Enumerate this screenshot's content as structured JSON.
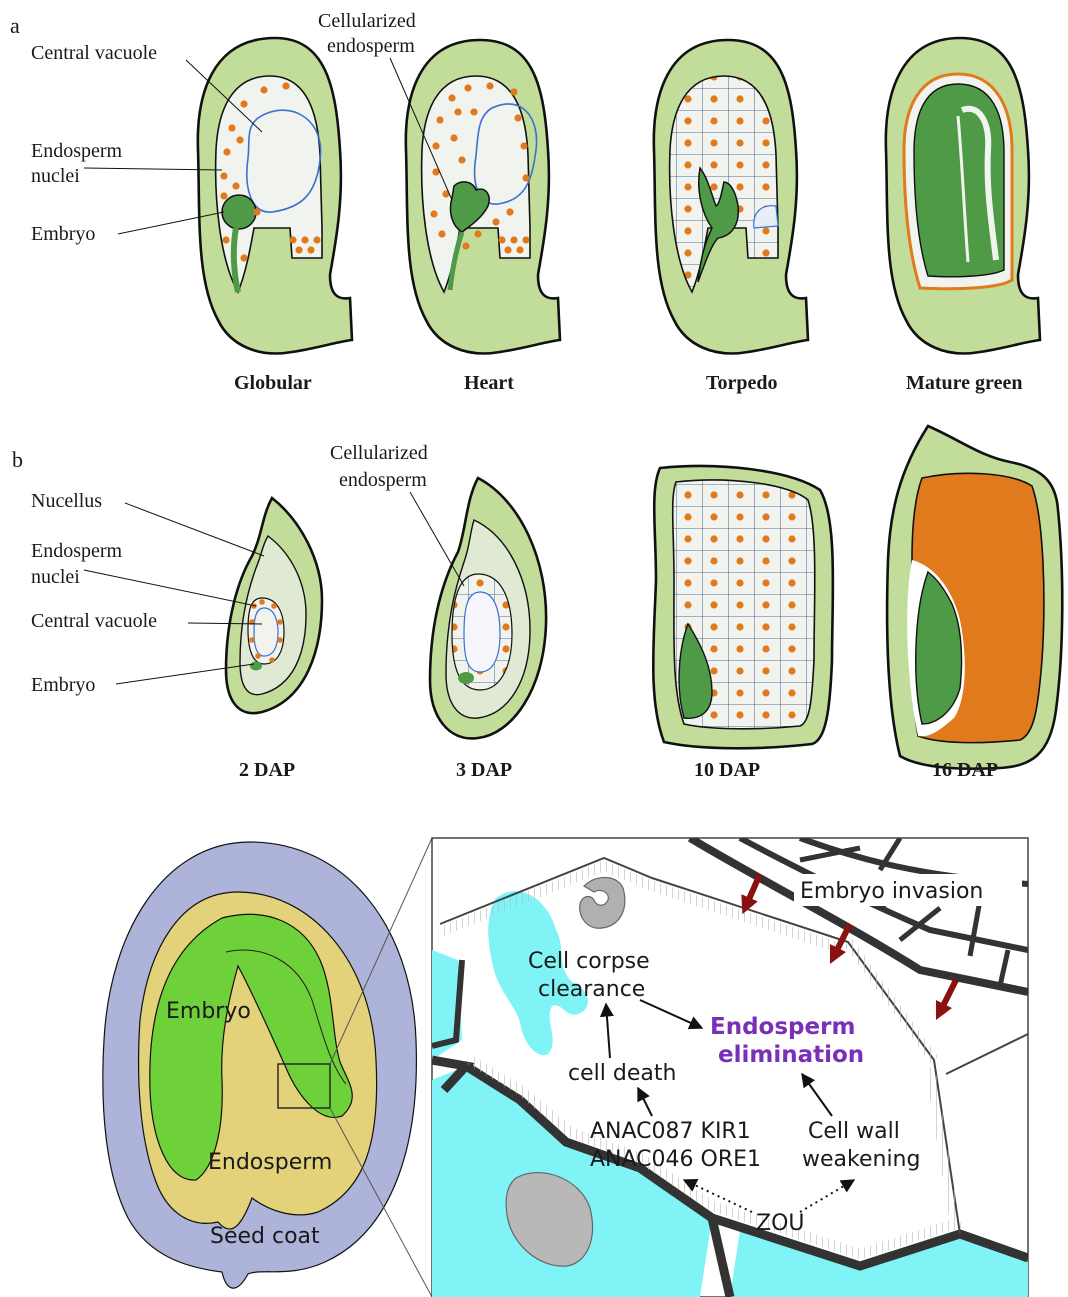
{
  "panel_a": {
    "letter": "a",
    "labels": {
      "central_vacuole": "Central vacuole",
      "cellularized_endosperm_line1": "Cellularized",
      "cellularized_endosperm_line2": "endosperm",
      "endosperm_nuclei_line1": "Endosperm",
      "endosperm_nuclei_line2": "nuclei",
      "embryo": "Embryo"
    },
    "stages": [
      "Globular",
      "Heart",
      "Torpedo",
      "Mature green"
    ]
  },
  "panel_b": {
    "letter": "b",
    "labels": {
      "nucellus": "Nucellus",
      "endosperm_nuclei_line1": "Endosperm",
      "endosperm_nuclei_line2": "nuclei",
      "central_vacuole": "Central vacuole",
      "embryo": "Embryo",
      "cellularized_endosperm_line1": "Cellularized",
      "cellularized_endosperm_line2": "endosperm"
    },
    "stages": [
      "2 DAP",
      "3 DAP",
      "10 DAP",
      "16 DAP"
    ]
  },
  "panel_c": {
    "seed_labels": {
      "embryo": "Embryo",
      "endosperm": "Endosperm",
      "seed_coat": "Seed coat"
    },
    "zoom_labels": {
      "embryo_invasion": "Embryo invasion",
      "cell_corpse_line1": "Cell corpse",
      "cell_corpse_line2": "clearance",
      "endosperm_elim_line1": "Endosperm",
      "endosperm_elim_line2": "elimination",
      "cell_death": "cell death",
      "anac_line1": "ANAC087 KIR1",
      "anac_line2": "ANAC046 ORE1",
      "cell_wall_line1": "Cell wall",
      "cell_wall_line2": "weakening",
      "zou": "ZOU"
    }
  },
  "colors": {
    "seed_coat_green": "#c2dc9a",
    "embryo_green": "#4f9a47",
    "nuclei_orange": "#e07a1c",
    "endosperm_bg": "#f1f4ee",
    "nucellus": "#dfe9d3",
    "vacuole_line": "#3b6fd0",
    "seed_coat_lavender": "#aeb3d9",
    "endosperm_yellow": "#e3d27a",
    "embryo_bright": "#6fd13a",
    "cyan_cells": "#7ff3f6",
    "elimination_purple": "#7a2fb8",
    "arrow_red": "#8b1010"
  }
}
